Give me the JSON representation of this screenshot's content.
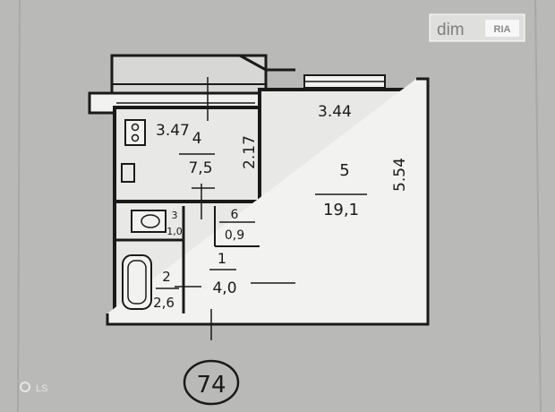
{
  "watermark": {
    "brand": "dim",
    "badge": "RIA",
    "corner": "LS"
  },
  "plan": {
    "sheet_number": "74",
    "rooms": [
      {
        "id": "kitchen",
        "number": "4",
        "area": "7,5"
      },
      {
        "id": "living",
        "number": "5",
        "area": "19,1"
      },
      {
        "id": "hall",
        "number": "1",
        "area": "4,0"
      },
      {
        "id": "bath",
        "number": "2",
        "area": "2,6"
      },
      {
        "id": "wc",
        "number": "3",
        "area": "1,0"
      },
      {
        "id": "storage",
        "number": "6",
        "area": "0,9"
      }
    ],
    "dimensions": {
      "kitchen_width": "3.47",
      "kitchen_height": "2.17",
      "living_width": "3.44",
      "living_height": "5.54"
    }
  },
  "colors": {
    "paper": "#b9b9b7",
    "ink": "#1a1a1a",
    "fill": "#e8e8e6",
    "wall": "#f2f2f0"
  }
}
